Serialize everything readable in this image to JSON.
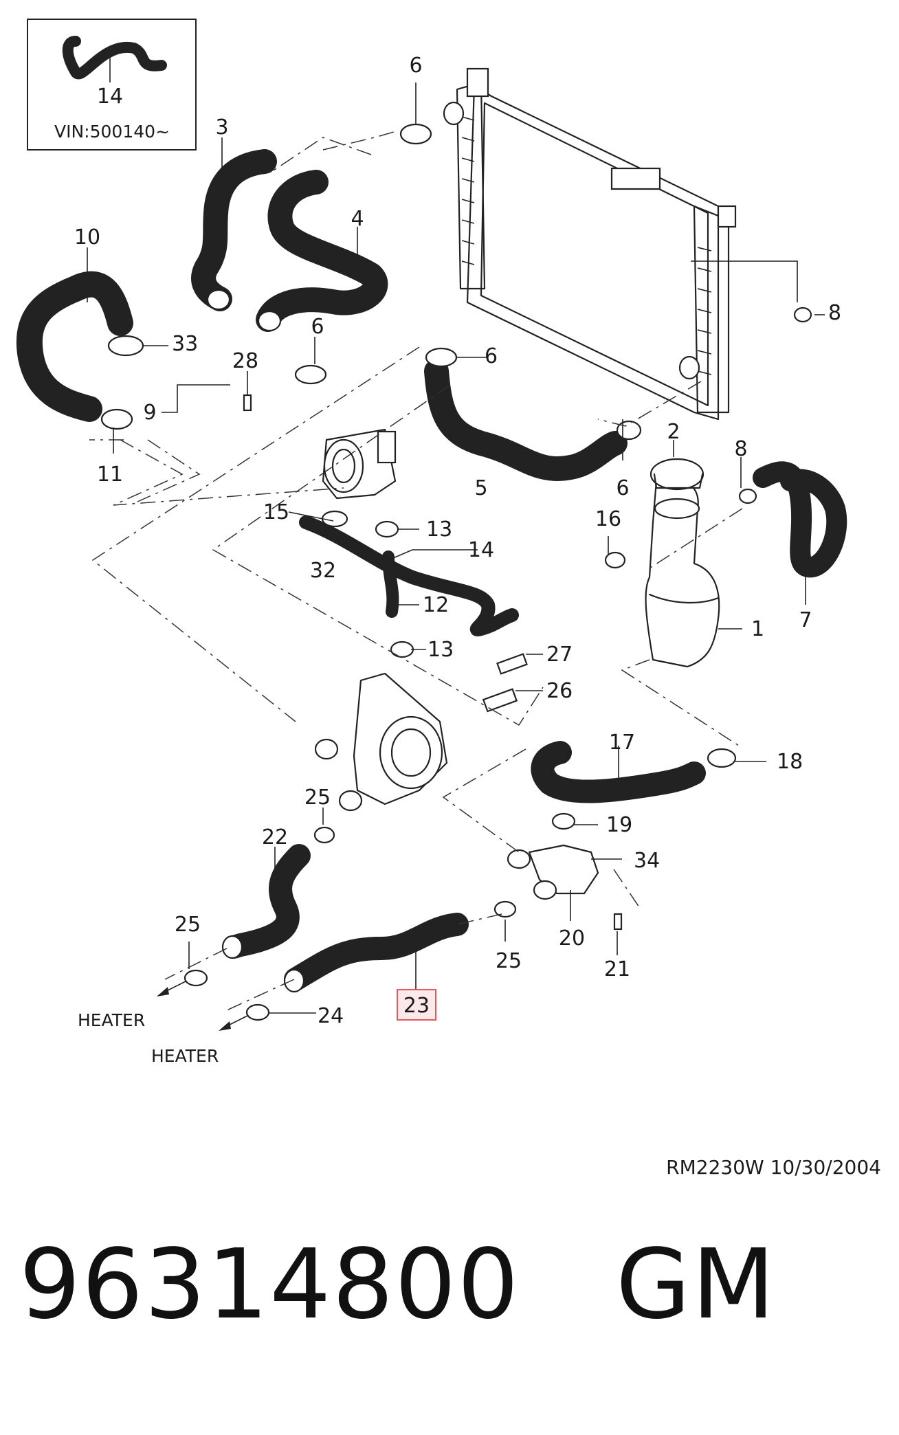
{
  "inset": {
    "callout": "14",
    "vin_note": "VIN:500140~"
  },
  "callouts": {
    "c1": "1",
    "c2": "2",
    "c3": "3",
    "c4": "4",
    "c5": "5",
    "c6a": "6",
    "c6b": "6",
    "c6c": "6",
    "c6d": "6",
    "c7": "7",
    "c8a": "8",
    "c8b": "8",
    "c9": "9",
    "c10": "10",
    "c11": "11",
    "c12": "12",
    "c13a": "13",
    "c13b": "13",
    "c14": "14",
    "c15": "15",
    "c16": "16",
    "c17": "17",
    "c18": "18",
    "c19": "19",
    "c20": "20",
    "c21": "21",
    "c22": "22",
    "c23": "23",
    "c24": "24",
    "c25a": "25",
    "c25b": "25",
    "c25c": "25",
    "c26": "26",
    "c27": "27",
    "c28": "28",
    "c32": "32",
    "c33": "33",
    "c34": "34"
  },
  "highlighted_callout": "23",
  "labels": {
    "heater_left": "HEATER",
    "heater_right": "HEATER"
  },
  "diagram_ref": "RM2230W  10/30/2004",
  "part_number": "96314800   GM",
  "colors": {
    "line": "#222222",
    "highlight_border": "#e05a64",
    "highlight_fill": "#fde9ea"
  }
}
